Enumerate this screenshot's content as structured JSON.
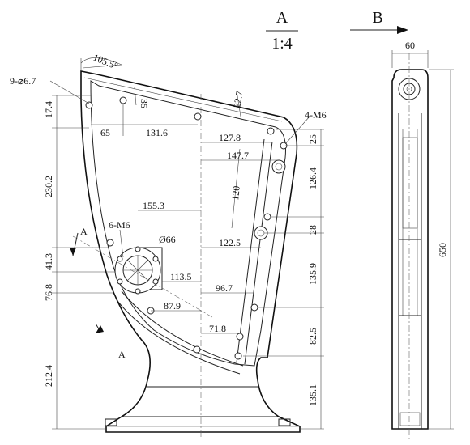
{
  "view_a": {
    "letter": "A",
    "scale": "1:4"
  },
  "view_b": {
    "letter": "B"
  },
  "section_marks": {
    "top": "A",
    "bottom": "A"
  },
  "notes": {
    "holes_small": "9-⌀6.7",
    "holes_m6_right": "4-M6",
    "holes_m6_hub": "6-M6",
    "hub_diameter": "Ø66",
    "angle": "105.5°"
  },
  "dims": {
    "d_35": "35",
    "d_22_7": "22.7",
    "d_17_4": "17.4",
    "d_65": "65",
    "d_131_6": "131.6",
    "d_127_8": "127.8",
    "d_147_7": "147.7",
    "d_25": "25",
    "d_126_4": "126.4",
    "d_120": "120",
    "d_230_2": "230.2",
    "d_155_3": "155.3",
    "d_28": "28",
    "d_122_5": "122.5",
    "d_41_3": "41.3",
    "d_135_9": "135.9",
    "d_113_5": "113.5",
    "d_76_8": "76.8",
    "d_96_7": "96.7",
    "d_87_9": "87.9",
    "d_71_8": "71.8",
    "d_82_5": "82.5",
    "d_212_4": "212.4",
    "d_135_1": "135.1",
    "d_60": "60",
    "d_650": "650"
  }
}
